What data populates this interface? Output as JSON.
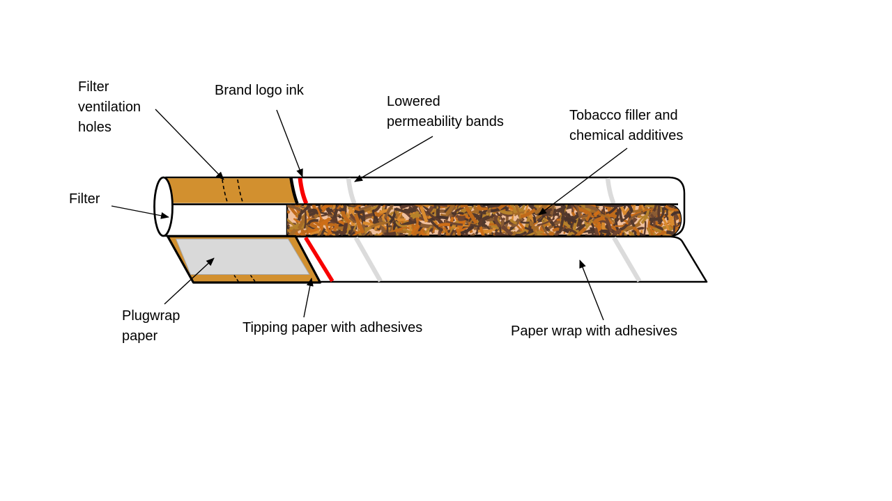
{
  "title": "Cigarette components diagram",
  "labels": {
    "filter_ventilation_holes": "Filter\nventilation\nholes",
    "filter": "Filter",
    "brand_logo_ink": "Brand logo ink",
    "lowered_permeability_bands": "Lowered\npermeability bands",
    "tobacco_filler": "Tobacco filler and\nchemical additives",
    "plugwrap_paper": "Plugwrap\npaper",
    "tipping_paper": "Tipping paper with adhesives",
    "paper_wrap": "Paper wrap with adhesives"
  },
  "colors": {
    "outline": "#000000",
    "paper": "#FFFFFF",
    "tipping_paper": "#D2902F",
    "brand_ink": "#F80000",
    "permeability_band": "#DBDBDB",
    "plugwrap": "#D9D9D9",
    "tobacco_base": "#F0C09E",
    "tobacco_palette": [
      "#53392C",
      "#53392C",
      "#4A332B",
      "#6F4530",
      "#C06A1A",
      "#C06A1A",
      "#CE6E17",
      "#B5812B",
      "#B5812B",
      "#8A5B33",
      "#D98A2E",
      "#5C3A2B",
      "#A66B28"
    ]
  }
}
